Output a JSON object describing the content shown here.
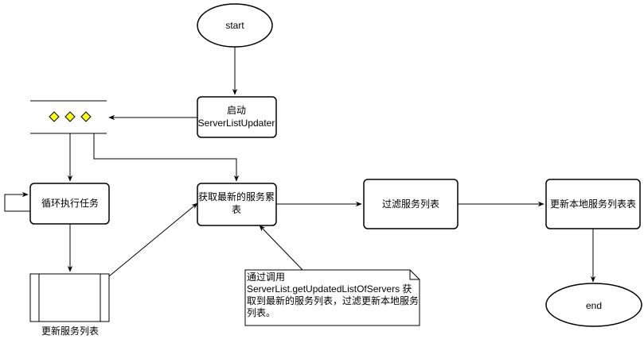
{
  "colors": {
    "stroke": "#000000",
    "fill": "#ffffff",
    "diamond": "#ffff00",
    "note_fill": "#ffffff"
  },
  "nodes": {
    "start": "start",
    "start_updater_line1": "启动",
    "start_updater_line2": "ServerListUpdater",
    "loop_task": "循环执行任务",
    "get_servers_line1": "获取最新的服务累",
    "get_servers_line2": "表",
    "filter_servers": "过滤服务列表",
    "update_local_list": "更新本地服务列表表",
    "end": "end",
    "update_list_caption": "更新服务列表"
  },
  "note": {
    "line1": "通过调用",
    "line2": "ServerList.getUpdatedListOfServers 获",
    "line3": "取到最新的服务列表，过滤更新本地服务",
    "line4": "列表。"
  },
  "icons": {
    "queue": "queue-diamonds-icon",
    "process": "predefined-process-icon",
    "arrowhead": "arrowhead-icon"
  }
}
